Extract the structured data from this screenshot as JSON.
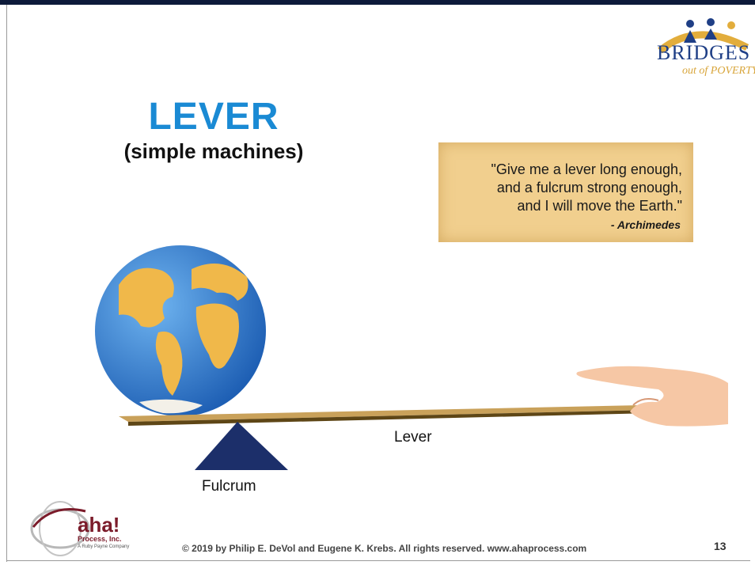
{
  "slide": {
    "title": "LEVER",
    "subtitle": "(simple machines)",
    "quote": {
      "line1": "\"Give me a lever long enough,",
      "line2": "and a fulcrum strong enough,",
      "line3": "and I will move the Earth.\"",
      "author": "- Archimedes"
    },
    "diagram": {
      "lever_label": "Lever",
      "fulcrum_label": "Fulcrum"
    },
    "footer": "© 2019 by Philip E. DeVol and Eugene K. Krebs. All rights reserved. www.ahaprocess.com",
    "page_number": "13"
  },
  "logos": {
    "bridges_word": "BRIDGES",
    "bridges_tagline": "out of POVERTY",
    "aha_word": "aha!",
    "aha_process": "Process, Inc.",
    "aha_company": "A Ruby Payne Company"
  },
  "colors": {
    "title": "#1a8ad4",
    "quote_paper": "#f1cf8e",
    "lever_board": "#8a6a2a",
    "fulcrum": "#1c2f6a",
    "ocean": "#2f7fd6",
    "land": "#f0b84a"
  }
}
